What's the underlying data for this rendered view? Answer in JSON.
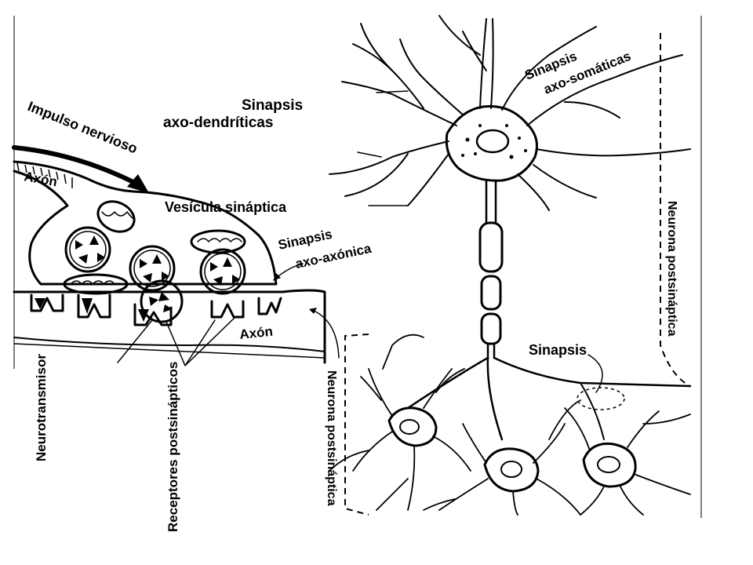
{
  "labels": {
    "impulso": "Impulso nervioso",
    "axon_top": "Axón",
    "vesicula": "Vesícula sináptica",
    "axo_dendriticas_1": "Sinapsis",
    "axo_dendriticas_2": "axo-dendríticas",
    "axo_somaticas_1": "Sinapsis",
    "axo_somaticas_2": "axo-somáticas",
    "axo_axonica_1": "Sinapsis",
    "axo_axonica_2": "axo-axónica",
    "axon_bottom": "Axón",
    "neurotransmisor": "Neurotransmisor",
    "receptores": "Receptores postsinápticos",
    "neurona_post_right": "Neurona postsináptica",
    "neurona_post_mid": "Neurona postsináptica",
    "sinapsis_bottom": "Sinapsis"
  }
}
